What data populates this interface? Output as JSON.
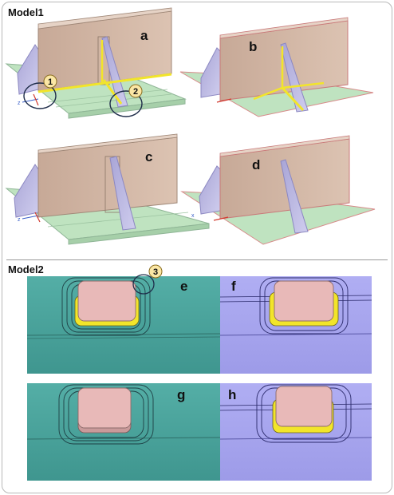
{
  "sections": {
    "model1_label": "Model1",
    "model2_label": "Model2"
  },
  "panels": {
    "a": "a",
    "b": "b",
    "c": "c",
    "d": "d",
    "e": "e",
    "f": "f",
    "g": "g",
    "h": "h"
  },
  "callouts": {
    "one": "1",
    "two": "2",
    "three": "3"
  },
  "axis_labels": {
    "z": "z",
    "x": "x"
  },
  "colors": {
    "plate_green": "#bfe3c0",
    "wall_tan": "#d6b9a7",
    "gusset_lavender": "#b9b6de",
    "weld_yellow": "#f2e52a",
    "teal_surface": "#4ba39b",
    "violet_surface": "#a8a6ee",
    "pad_pink": "#e8b9b8",
    "callout_fill": "#fbe7a5"
  }
}
